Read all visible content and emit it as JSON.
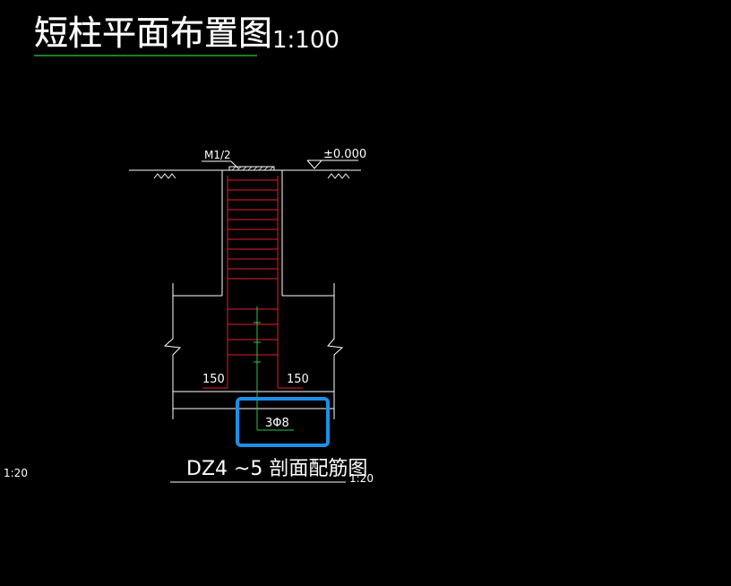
{
  "drawing": {
    "title": "短柱平面布置图",
    "title_scale": "1:100",
    "label_m": "M1/2",
    "elevation": "±0.000",
    "dim_left": "150",
    "dim_right": "150",
    "rebar_label": "3Φ8",
    "section_title": "DZ4 ~5 剖面配筋图",
    "section_scale": "1:20",
    "side_scale": "1:20"
  },
  "colors": {
    "background": "#000000",
    "lines": "#ffffff",
    "rebar": "#e0202a",
    "stirrup": "#2ec54a",
    "title_underline": "#2aa62a",
    "highlight": "#1e8fe6"
  }
}
